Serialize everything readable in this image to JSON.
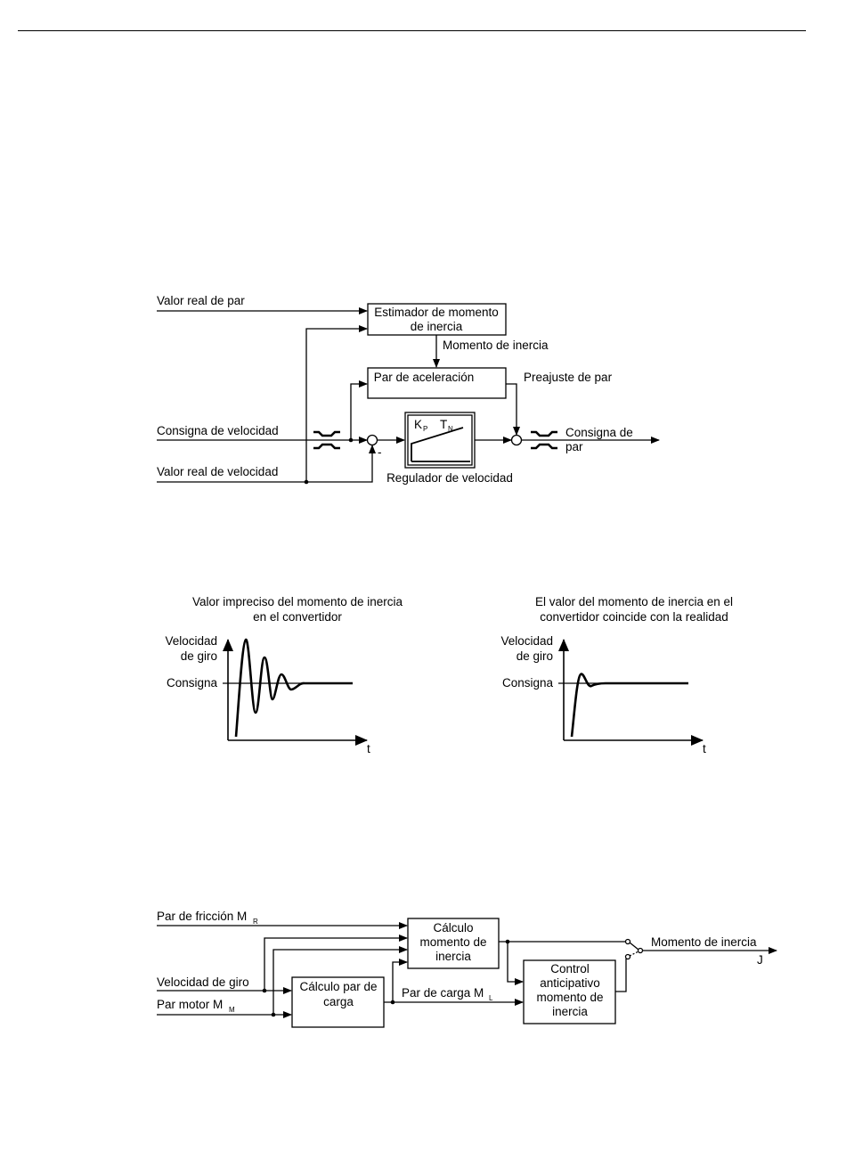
{
  "diagram1": {
    "labels": {
      "valor_real_par": "Valor real de par",
      "estimador_line1": "Estimador de momento",
      "estimador_line2": "de inercia",
      "momento_inercia": "Momento de inercia",
      "par_aceleracion": "Par de aceleración",
      "preajuste_par": "Preajuste de par",
      "consigna_velocidad": "Consigna de velocidad",
      "consigna_par_line1": "Consigna de",
      "consigna_par_line2": "par",
      "valor_real_velocidad": "Valor real de velocidad",
      "regulador_velocidad": "Regulador de velocidad",
      "kp_main": "K",
      "kp_sub": "P",
      "tn_main": "T",
      "tn_sub": "N",
      "minus": "-"
    }
  },
  "graphs": {
    "left": {
      "title_line1": "Valor impreciso del momento de inercia",
      "title_line2": "en el convertidor",
      "ylabel_line1": "Velocidad",
      "ylabel_line2": "de giro",
      "setpoint_label": "Consigna",
      "xlabel": "t"
    },
    "right": {
      "title_line1": "El valor del momento de inercia en el",
      "title_line2": "convertidor coincide con la realidad",
      "ylabel_line1": "Velocidad",
      "ylabel_line2": "de giro",
      "setpoint_label": "Consigna",
      "xlabel": "t"
    }
  },
  "diagram2": {
    "labels": {
      "par_friccion": "Par de fricción M",
      "par_friccion_sub": "R",
      "velocidad_giro": "Velocidad de giro",
      "par_motor": "Par motor M",
      "par_motor_sub": "M",
      "calculo_momento_1": "Cálculo",
      "calculo_momento_2": "momento de",
      "calculo_momento_3": "inercia",
      "calculo_par_1": "Cálculo par de",
      "calculo_par_2": "carga",
      "par_carga": "Par de carga M",
      "par_carga_sub": "L",
      "control_1": "Control",
      "control_2": "anticipativo",
      "control_3": "momento de",
      "control_4": "inercia",
      "momento_inercia": "Momento de inercia",
      "j": "J"
    }
  }
}
